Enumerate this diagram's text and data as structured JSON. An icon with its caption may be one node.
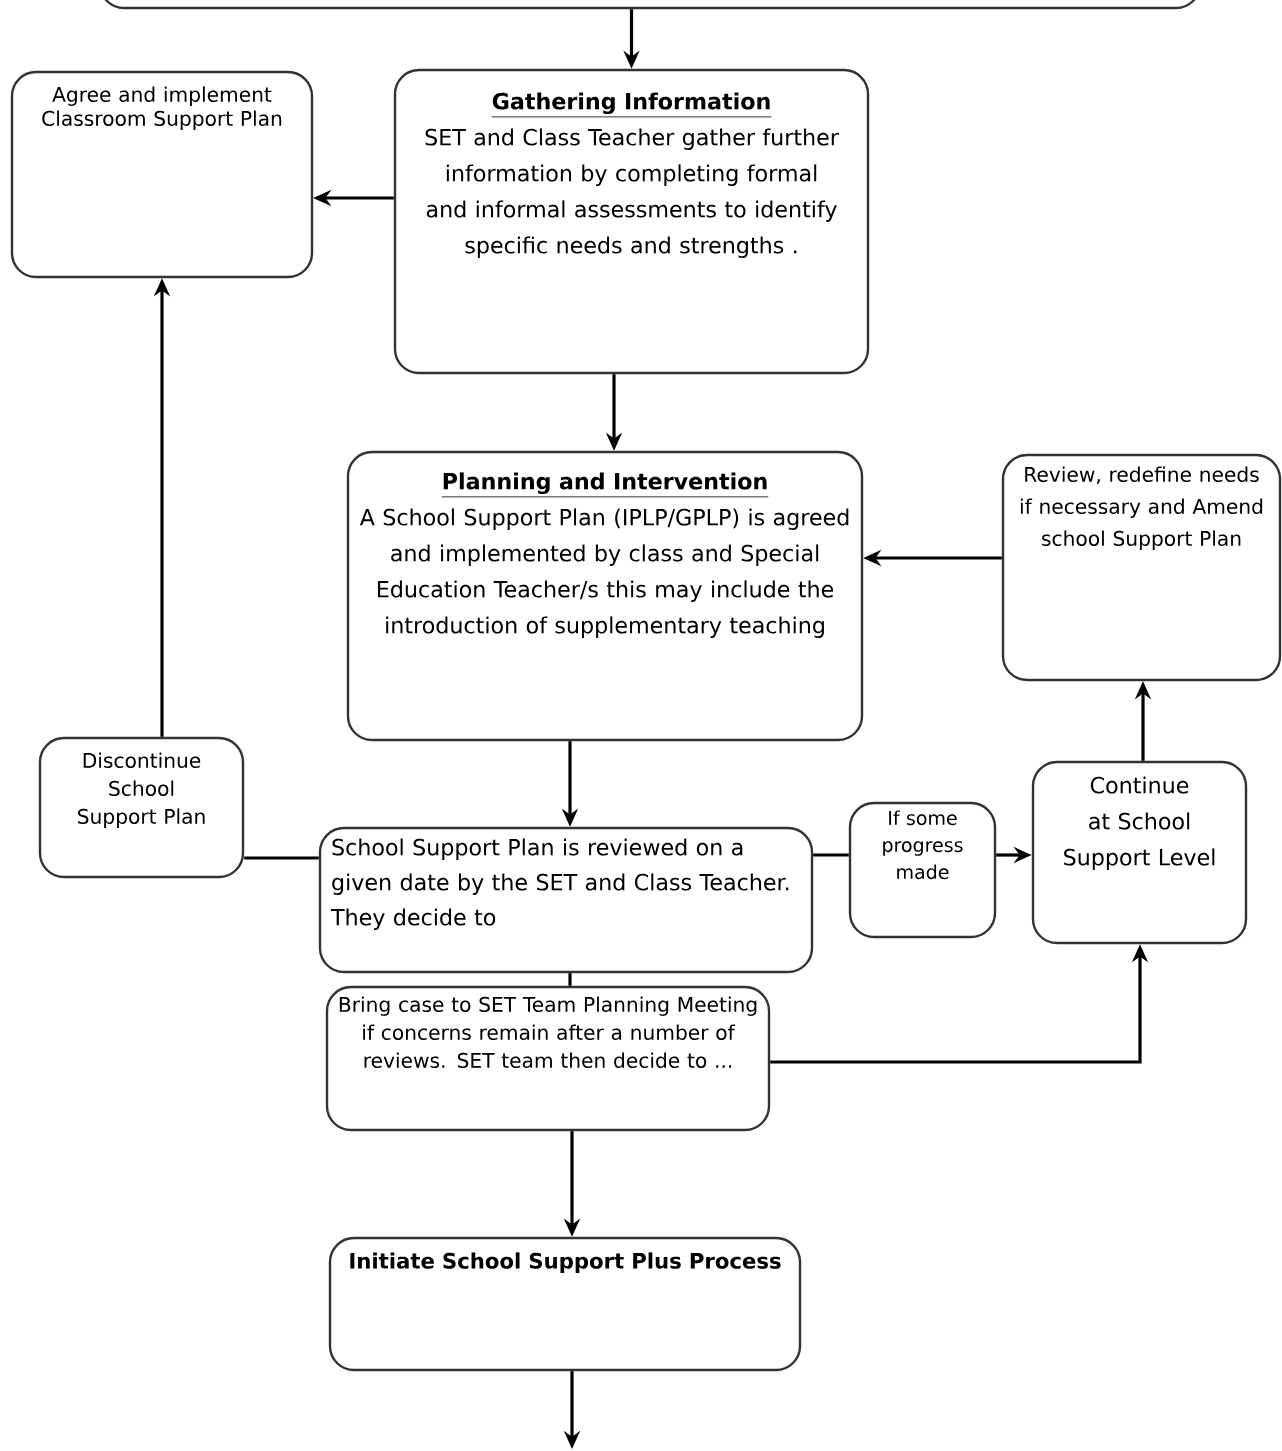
{
  "diagram": {
    "nodes": [
      {
        "text": [],
        "shape": "box"
      },
      {
        "text": [
          "Agree and implement Classroom Support Plan"
        ]
      },
      {
        "text": [
          "Gathering Information",
          "SET and Class Teacher gather further information by completing formal and informal assessments to identify specific needs and strengths ."
        ]
      },
      {
        "text": [
          "Planning and Intervention",
          "A School Support Plan (IPLP/GPLP) is agreed and implemented by class and Special Education Teacher/s this may include the introduction of supplementary teaching"
        ]
      },
      {
        "text": [
          "Review, redefine needs if necessary and Amend school Support Plan"
        ]
      },
      {
        "text": [
          "Discontinue School Support Plan"
        ]
      },
      {
        "text": [
          "School Support Plan is reviewed on a given date by the SET and Class Teacher. They decide to"
        ]
      },
      {
        "text": [
          "If some progress made"
        ]
      },
      {
        "text": [
          "Continue at School Support Level"
        ]
      },
      {
        "text": [
          "Bring case to SET Team Planning Meeting if concerns remain after a number of reviews. SET team then decide to ..."
        ]
      },
      {
        "text": [
          "Initiate School Support Plus Process"
        ]
      }
    ],
    "edges": [
      {
        "from": 0,
        "to": 2,
        "arrow": "to"
      },
      {
        "from": 2,
        "to": 1,
        "arrow": "to"
      },
      {
        "from": 2,
        "to": 3,
        "arrow": "to"
      },
      {
        "from": 4,
        "to": 3,
        "arrow": "to"
      },
      {
        "from": 3,
        "to": 6,
        "arrow": "to"
      },
      {
        "from": 6,
        "to": 5,
        "arrow": "none"
      },
      {
        "from": 5,
        "to": 1,
        "arrow": "to"
      },
      {
        "from": 6,
        "to": 7,
        "arrow": "none"
      },
      {
        "from": 7,
        "to": 8,
        "arrow": "to"
      },
      {
        "from": 8,
        "to": 4,
        "arrow": "to"
      },
      {
        "from": 6,
        "to": 9,
        "arrow": "none"
      },
      {
        "from": 9,
        "to": 8,
        "arrow": "to"
      },
      {
        "from": 9,
        "to": 10,
        "arrow": "to"
      },
      {
        "from": 10,
        "to": null,
        "arrow": "to"
      }
    ]
  }
}
